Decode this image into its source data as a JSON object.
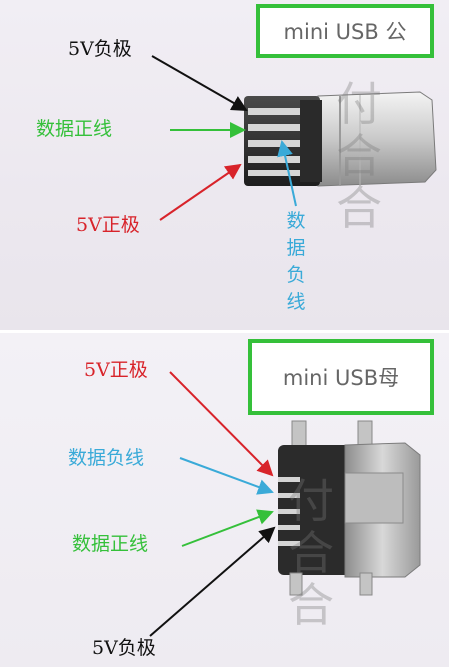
{
  "top": {
    "title": "mini USB 公",
    "labels": {
      "vbus_neg": "5V负极",
      "data_pos": "数据正线",
      "vbus_pos": "5V正极",
      "data_neg": "数据负线"
    },
    "watermark": "付合合"
  },
  "bottom": {
    "title": "mini USB母",
    "labels": {
      "vbus_pos": "5V正极",
      "data_neg": "数据负线",
      "data_pos": "数据正线",
      "vbus_neg": "5V负极"
    },
    "watermark": "付合合"
  },
  "colors": {
    "black": "#111111",
    "green": "#35c03a",
    "red": "#d8232a",
    "blue": "#3aaad8",
    "title_border": "#35c03a"
  }
}
